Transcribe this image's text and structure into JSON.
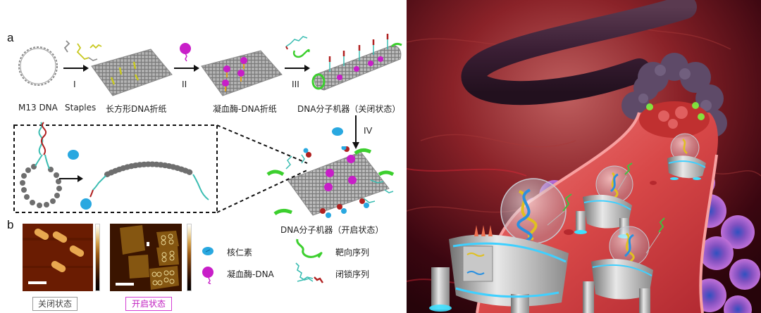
{
  "figure": {
    "panel_a": {
      "letter": "a",
      "steps": [
        {
          "id": "I",
          "label": "I"
        },
        {
          "id": "II",
          "label": "II"
        },
        {
          "id": "III",
          "label": "III"
        },
        {
          "id": "IV",
          "label": "IV"
        }
      ],
      "captions": {
        "m13": "M13 DNA",
        "staples": "Staples",
        "rect_origami": "长方形DNA折纸",
        "thrombin_origami": "凝血酶-DNA折纸",
        "machine_closed": "DNA分子机器（关闭状态）",
        "machine_open": "DNA分子机器（开启状态）"
      }
    },
    "panel_b": {
      "letter": "b",
      "closed_state_label": "关闭状态",
      "open_state_label": "开启状态"
    },
    "legend": {
      "items": [
        {
          "icon": "nucleolin-icon",
          "label": "核仁素",
          "color": "#29a8e0"
        },
        {
          "icon": "thrombin-dna-icon",
          "label": "凝血酶-DNA",
          "color": "#c81ec8"
        },
        {
          "icon": "targeting-sequence-icon",
          "label": "靶向序列",
          "color": "#3ccf2e"
        },
        {
          "icon": "locking-sequence-icon",
          "label": "闭锁序列",
          "color": "#3bbdb2"
        }
      ]
    },
    "colors": {
      "origami_gray": "#8c8c8c",
      "staple_yellow": "#c8c820",
      "thrombin_magenta": "#c81ec8",
      "nucleolin_blue": "#29a8e0",
      "target_green": "#3ccf2e",
      "lock_teal": "#3bbdb2",
      "lock_red": "#b02020",
      "blood_vessel_red": "#d84848",
      "background_dark_red": "#5a0c14",
      "tumor_purple": "#5e4a68",
      "cell_violet": "#b070d0"
    }
  }
}
